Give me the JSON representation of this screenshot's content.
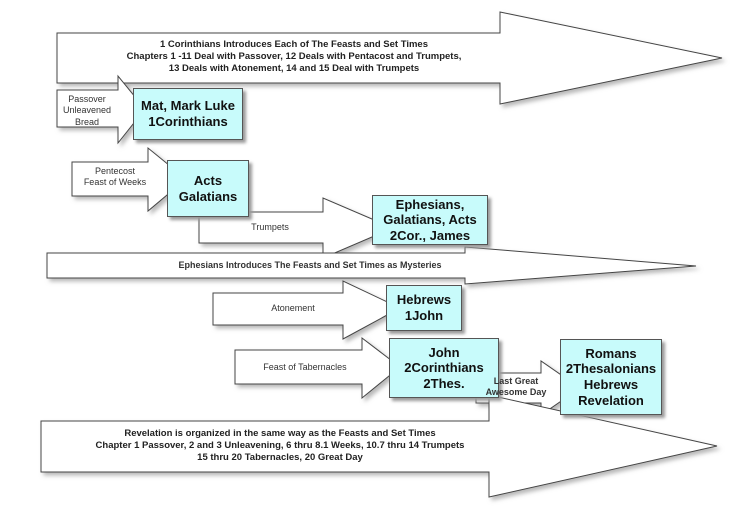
{
  "banners": {
    "top": [
      "1 Corinthians Introduces Each of The Feasts and Set Times",
      "Chapters 1 -11 Deal with Passover, 12 Deals with Pentacost and Trumpets,",
      "13 Deals with Atonement, 14 and 15 Deal with Trumpets"
    ],
    "middle": "Ephesians Introduces The Feasts and Set Times as Mysteries",
    "bottom": [
      "Revelation is organized in the same way as the Feasts and Set Times",
      "Chapter 1 Passover, 2 and 3 Unleavening,  6 thru 8.1 Weeks,   10.7 thru 14 Trumpets",
      "15 thru 20 Tabernacles, 20 Great Day"
    ]
  },
  "feasts": {
    "passover": [
      "Passover",
      "Unleavened",
      "Bread"
    ],
    "pentecost": [
      "Pentecost",
      "Feast of Weeks"
    ],
    "trumpets": "Trumpets",
    "atonement": "Atonement",
    "tabernacles": "Feast of Tabernacles",
    "great_day": [
      "Last Great",
      "Awesome Day"
    ]
  },
  "books": {
    "passover": [
      "Mat, Mark Luke",
      "1Corinthians"
    ],
    "pentecost": [
      "Acts",
      "Galatians"
    ],
    "trumpets": [
      "Ephesians,",
      "Galatians, Acts",
      "2Cor., James"
    ],
    "atonement": [
      "Hebrews",
      "1John"
    ],
    "tabernacles": [
      "John",
      "2Corinthians",
      "2Thes."
    ],
    "great_day": [
      "Romans",
      "2Thesalonians",
      "Hebrews",
      "Revelation"
    ]
  }
}
